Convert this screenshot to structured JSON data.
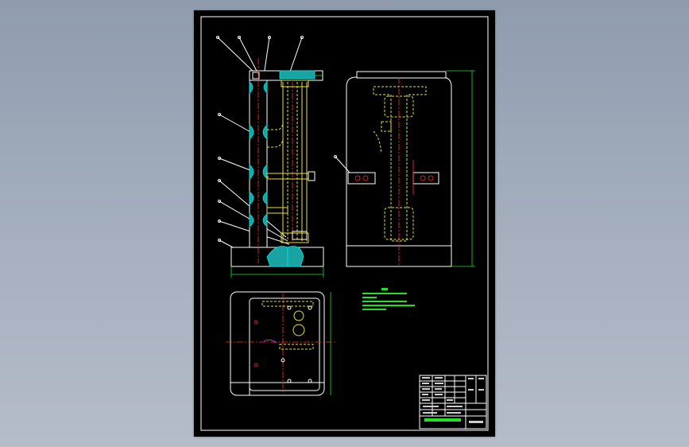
{
  "drawing": {
    "sheet_background": "#000000",
    "viewport_background": "#a3adbc",
    "colors": {
      "outline": "#ffffff",
      "section_hatch": "#1aa3a3",
      "hidden_lines": "#e8e03a",
      "center_lines": "#ff3030",
      "dimensions": "#26e026",
      "accent": "#ff40ff"
    }
  },
  "views": [
    {
      "name": "front-section-view"
    },
    {
      "name": "side-view"
    },
    {
      "name": "top-view"
    }
  ],
  "technical_notes": {
    "title": "",
    "lines": []
  },
  "title_block": {
    "rows": 7,
    "cols": 6
  }
}
